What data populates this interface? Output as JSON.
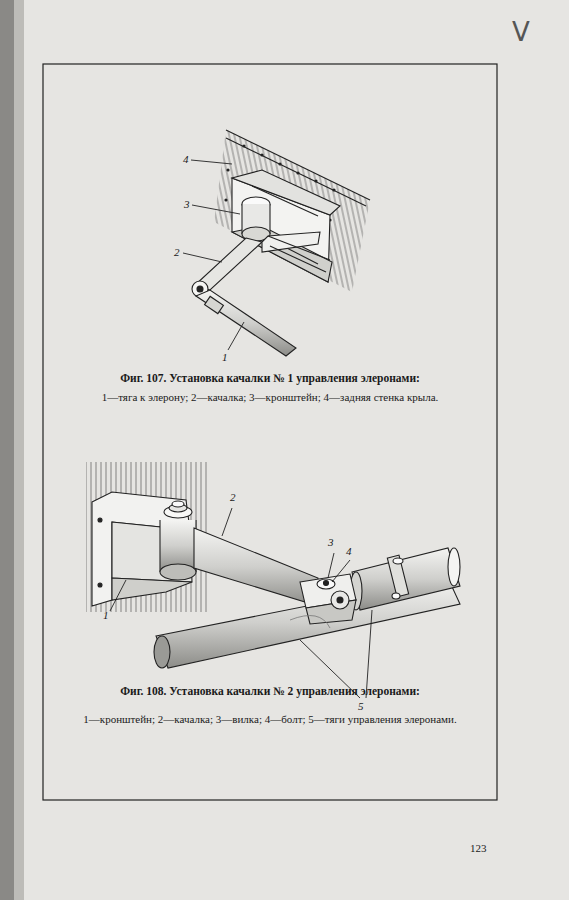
{
  "diagram": {
    "labels": [
      "V",
      "4",
      "3",
      "2",
      "1",
      "Фиг. 107. Установка качалки № 1 управления элеронами:",
      "1—тяга к элерону; 2—качалка; 3—кронштейн; 4—задняя стенка крыла.",
      "2",
      "3",
      "4",
      "1",
      "5",
      "Фиг. 108. Установка качалки № 2 управления элеронами:",
      "1—кронштейн; 2—качалка; 3—вилка; 4—болт; 5—тяги управления элеронами.",
      "123"
    ]
  }
}
